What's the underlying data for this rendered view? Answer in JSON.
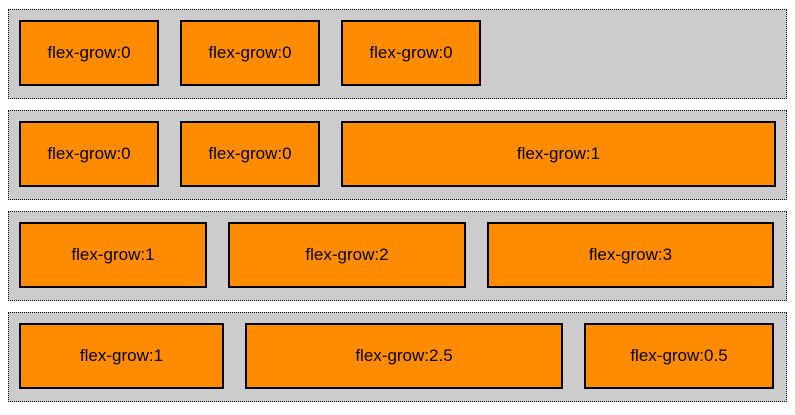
{
  "colors": {
    "container_background": "#cccccc",
    "item_background": "#ff8c00",
    "item_border": "#000000"
  },
  "rows": [
    {
      "items": [
        {
          "label": "flex-grow:0"
        },
        {
          "label": "flex-grow:0"
        },
        {
          "label": "flex-grow:0"
        }
      ]
    },
    {
      "items": [
        {
          "label": "flex-grow:0"
        },
        {
          "label": "flex-grow:0"
        },
        {
          "label": "flex-grow:1"
        }
      ]
    },
    {
      "items": [
        {
          "label": "flex-grow:1"
        },
        {
          "label": "flex-grow:2"
        },
        {
          "label": "flex-grow:3"
        }
      ]
    },
    {
      "items": [
        {
          "label": "flex-grow:1"
        },
        {
          "label": "flex-grow:2.5"
        },
        {
          "label": "flex-grow:0.5"
        }
      ]
    }
  ]
}
